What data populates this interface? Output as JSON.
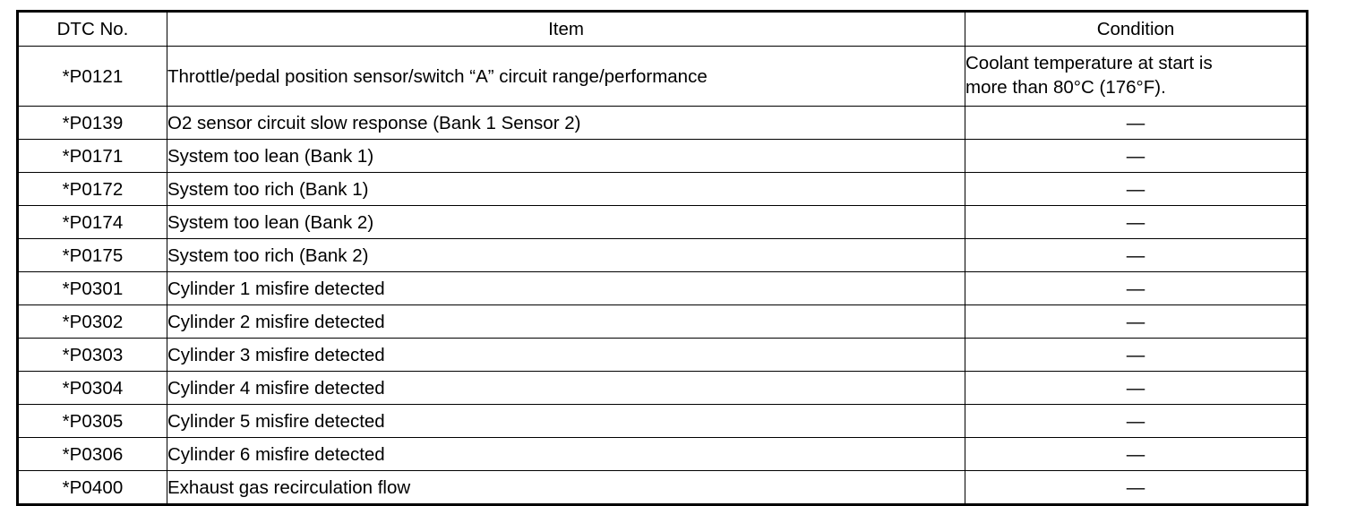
{
  "table": {
    "headers": {
      "dtc": "DTC No.",
      "item": "Item",
      "condition": "Condition"
    },
    "rows": [
      {
        "dtc": "*P0121",
        "item": "Throttle/pedal position sensor/switch “A” circuit range/performance",
        "condition_line1": "Coolant temperature at start is",
        "condition_line2": "more than 80°C (176°F).",
        "condition": ""
      },
      {
        "dtc": "*P0139",
        "item": "O2 sensor circuit slow response (Bank 1 Sensor 2)",
        "condition": "—"
      },
      {
        "dtc": "*P0171",
        "item": "System too lean (Bank 1)",
        "condition": "—"
      },
      {
        "dtc": "*P0172",
        "item": "System too rich (Bank 1)",
        "condition": "—"
      },
      {
        "dtc": "*P0174",
        "item": "System too lean (Bank 2)",
        "condition": "—"
      },
      {
        "dtc": "*P0175",
        "item": "System too rich (Bank 2)",
        "condition": "—"
      },
      {
        "dtc": "*P0301",
        "item": "Cylinder 1 misfire detected",
        "condition": "—"
      },
      {
        "dtc": "*P0302",
        "item": "Cylinder 2 misfire detected",
        "condition": "—"
      },
      {
        "dtc": "*P0303",
        "item": "Cylinder 3 misfire detected",
        "condition": "—"
      },
      {
        "dtc": "*P0304",
        "item": "Cylinder 4 misfire detected",
        "condition": "—"
      },
      {
        "dtc": "*P0305",
        "item": "Cylinder 5 misfire detected",
        "condition": "—"
      },
      {
        "dtc": "*P0306",
        "item": "Cylinder 6 misfire detected",
        "condition": "—"
      },
      {
        "dtc": "*P0400",
        "item": "Exhaust gas recirculation flow",
        "condition": "—"
      }
    ]
  },
  "colors": {
    "border": "#000000",
    "text": "#000000",
    "background": "#ffffff"
  }
}
